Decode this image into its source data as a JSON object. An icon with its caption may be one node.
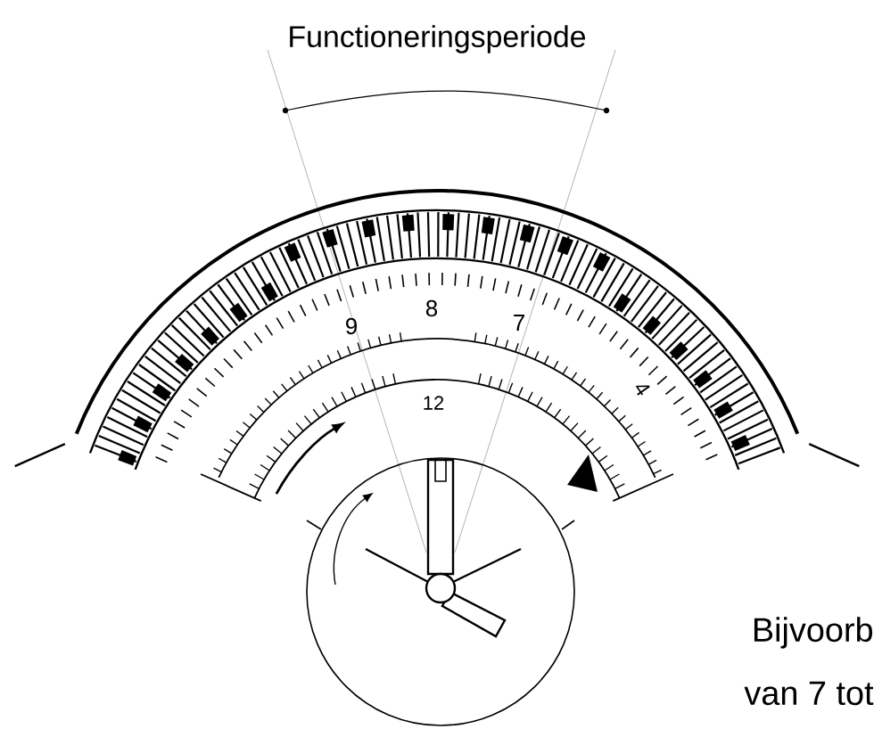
{
  "diagram": {
    "title": "Functioneringsperiode",
    "labels": [
      "9",
      "8",
      "7",
      "12",
      "4",
      "Bijvoorb",
      "van 7 tot"
    ]
  }
}
